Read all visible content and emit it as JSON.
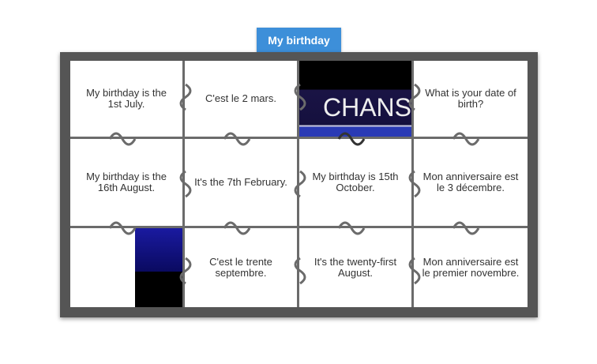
{
  "tab": {
    "label": "My birthday"
  },
  "image_text": "CHANS",
  "pieces": [
    "My birthday is the 1st July.",
    "C'est le 2 mars.",
    "",
    "What is your date of birth?",
    "My birthday is the 16th August.",
    "It's the 7th February.",
    "My birthday is 15th October.",
    "Mon anniversaire est le 3 décembre.",
    "",
    "C'est le trente septembre.",
    "It's the twenty-first August.",
    "Mon anniversaire est le premier novembre."
  ]
}
